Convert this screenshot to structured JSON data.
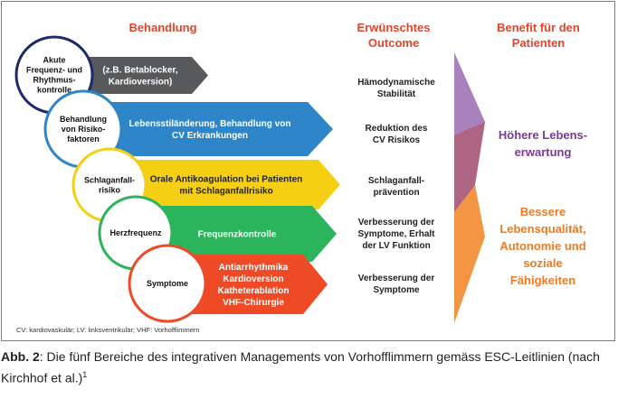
{
  "headers": {
    "behandlung": "Behandlung",
    "outcome_line1": "Erwünschtes",
    "outcome_line2": "Outcome",
    "benefit_line1": "Benefit für den",
    "benefit_line2": "Patienten"
  },
  "rows": [
    {
      "circle": [
        "Akute",
        "Frequenz- und",
        "Rhythmus-",
        "kontrolle"
      ],
      "arrow": [
        "(z.B. Betablocker,",
        "Kardioversion)"
      ],
      "outcome": [
        "Hämodynamische",
        "Stabilität"
      ],
      "color": "#58595b",
      "ring": "#1f2a6b"
    },
    {
      "circle": [
        "Behandlung",
        "von Risiko-",
        "faktoren"
      ],
      "arrow": [
        "Lebensstiländerung, Behandlung von",
        "CV Erkrankungen"
      ],
      "outcome": [
        "Reduktion des",
        "CV Risikos"
      ],
      "color": "#2e86c9",
      "ring": "#2e86c9"
    },
    {
      "circle": [
        "Schlaganfall-",
        "risiko"
      ],
      "arrow": [
        "Orale Antikoagulation bei Patienten",
        "mit Schlaganfallrisiko"
      ],
      "outcome": [
        "Schlaganfall-",
        "prävention"
      ],
      "color": "#f5cf14",
      "ring": "#f5cf14"
    },
    {
      "circle": [
        "Herzfrequenz"
      ],
      "arrow": [
        "Frequenzkontrolle"
      ],
      "outcome": [
        "Verbesserung der",
        "Symptome, Erhalt",
        "der LV Funktion"
      ],
      "color": "#2bb45c",
      "ring": "#2bb45c"
    },
    {
      "circle": [
        "Symptome"
      ],
      "arrow": [
        "Antiarrhythmika",
        "Kardioversion",
        "Katheterablation",
        "VHF-Chirurgie"
      ],
      "outcome": [
        "Verbesserung der",
        "Symptome"
      ],
      "color": "#ee4a25",
      "ring": "#ee4a25"
    }
  ],
  "benefits": {
    "upper": [
      "Höhere Lebens-",
      "erwartung"
    ],
    "lower": [
      "Bessere",
      "Lebensqualität,",
      "Autonomie und",
      "soziale",
      "Fähigkeiten"
    ],
    "upper_color": "#7a3a96",
    "lower_color": "#ee7a22"
  },
  "footnote": "CV: kardiovaskulär; LV: linksventrikulär; VHF: Vorhofflimmern",
  "caption": {
    "label": "Abb. 2",
    "text": ": Die fünf Bereiche des integrativen Managements von Vorhofflimmern gemäss ESC-Leitlinien (nach Kirchhof et al.)",
    "ref": "1"
  }
}
